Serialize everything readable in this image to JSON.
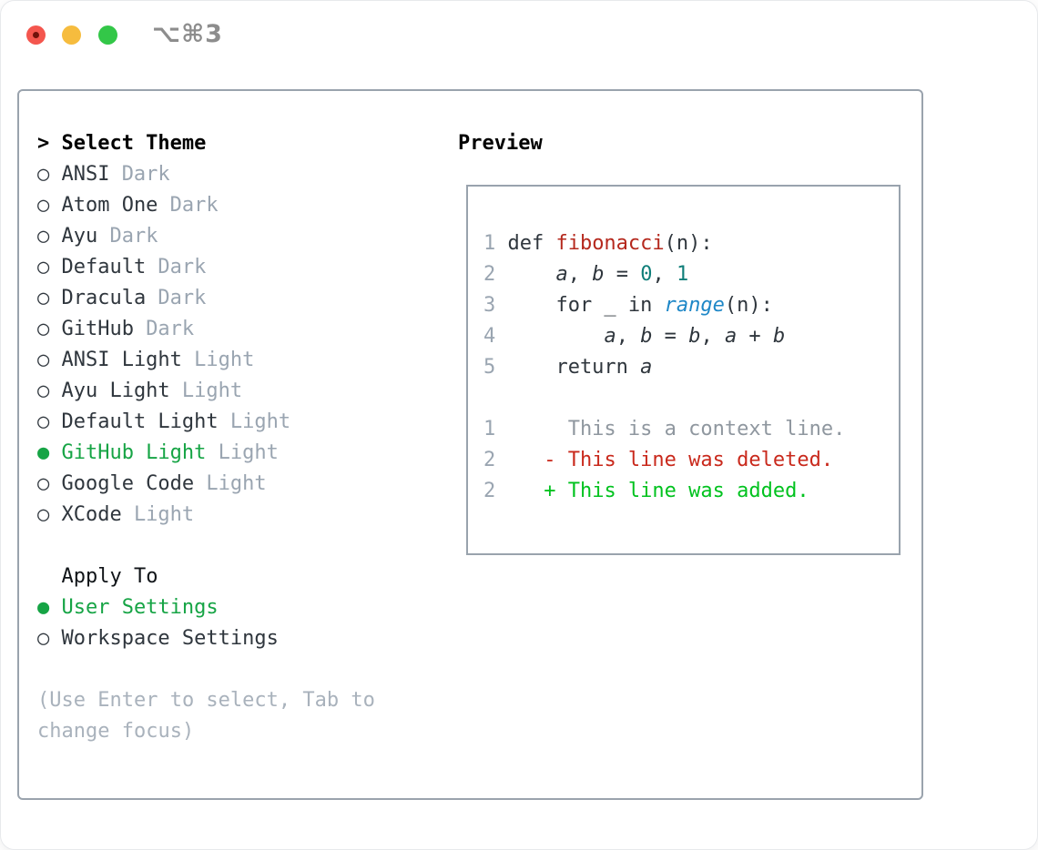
{
  "titlebar": {
    "shortcut": "⌥⌘3"
  },
  "theme_picker": {
    "prompt_icon": ">",
    "header": "Select Theme",
    "radio_unselected_glyph": "○",
    "radio_selected_glyph": "●",
    "options": [
      {
        "label": "ANSI",
        "variant": "Dark",
        "selected": false
      },
      {
        "label": "Atom One",
        "variant": "Dark",
        "selected": false
      },
      {
        "label": "Ayu",
        "variant": "Dark",
        "selected": false
      },
      {
        "label": "Default",
        "variant": "Dark",
        "selected": false
      },
      {
        "label": "Dracula",
        "variant": "Dark",
        "selected": false
      },
      {
        "label": "GitHub",
        "variant": "Dark",
        "selected": false
      },
      {
        "label": "ANSI Light",
        "variant": "Light",
        "selected": false
      },
      {
        "label": "Ayu Light",
        "variant": "Light",
        "selected": false
      },
      {
        "label": "Default Light",
        "variant": "Light",
        "selected": false
      },
      {
        "label": "GitHub Light",
        "variant": "Light",
        "selected": true
      },
      {
        "label": "Google Code",
        "variant": "Light",
        "selected": false
      },
      {
        "label": "XCode",
        "variant": "Light",
        "selected": false
      }
    ],
    "apply_to": {
      "header": "Apply To",
      "options": [
        {
          "label": "User Settings",
          "selected": true
        },
        {
          "label": "Workspace Settings",
          "selected": false
        }
      ]
    },
    "hint_line1": "(Use Enter to select, Tab to",
    "hint_line2": "change focus)"
  },
  "preview": {
    "header": "Preview",
    "lines": [
      {
        "num": "1",
        "tokens": [
          {
            "text": "def ",
            "style": "code"
          },
          {
            "text": "fibonacci",
            "style": "func"
          },
          {
            "text": "(n):",
            "style": "code"
          }
        ]
      },
      {
        "num": "2",
        "tokens": [
          {
            "text": "    ",
            "style": "code"
          },
          {
            "text": "a",
            "style": "var"
          },
          {
            "text": ", ",
            "style": "code"
          },
          {
            "text": "b",
            "style": "var"
          },
          {
            "text": " = ",
            "style": "code"
          },
          {
            "text": "0",
            "style": "num"
          },
          {
            "text": ", ",
            "style": "code"
          },
          {
            "text": "1",
            "style": "num"
          }
        ]
      },
      {
        "num": "3",
        "tokens": [
          {
            "text": "    for _ in ",
            "style": "code"
          },
          {
            "text": "range",
            "style": "builtin"
          },
          {
            "text": "(n):",
            "style": "code"
          }
        ]
      },
      {
        "num": "4",
        "tokens": [
          {
            "text": "        ",
            "style": "code"
          },
          {
            "text": "a",
            "style": "var"
          },
          {
            "text": ", ",
            "style": "code"
          },
          {
            "text": "b",
            "style": "var"
          },
          {
            "text": " = ",
            "style": "code"
          },
          {
            "text": "b",
            "style": "var"
          },
          {
            "text": ", ",
            "style": "code"
          },
          {
            "text": "a",
            "style": "var"
          },
          {
            "text": " + ",
            "style": "code"
          },
          {
            "text": "b",
            "style": "var"
          }
        ]
      },
      {
        "num": "5",
        "tokens": [
          {
            "text": "    return ",
            "style": "code"
          },
          {
            "text": "a",
            "style": "var"
          }
        ]
      },
      {
        "num": "",
        "tokens": []
      },
      {
        "num": "1",
        "tokens": [
          {
            "text": "     This is a context line.",
            "style": "context"
          }
        ]
      },
      {
        "num": "2",
        "tokens": [
          {
            "text": "   ",
            "style": "code"
          },
          {
            "text": "- This line was deleted.",
            "style": "deleted"
          }
        ]
      },
      {
        "num": "2",
        "tokens": [
          {
            "text": "   ",
            "style": "code"
          },
          {
            "text": "+ This line was added.",
            "style": "added"
          }
        ]
      }
    ]
  },
  "colors": {
    "selection_green": "#16a445",
    "added_green": "#00c21e",
    "deleted_red": "#c9291c",
    "function_red": "#b5281d",
    "number_teal": "#0f7e79",
    "builtin_blue": "#1e87c7",
    "text_dark": "#2f363d",
    "muted_gray": "#9aa5b1",
    "hint_gray": "#a9b2bc",
    "context_gray": "#8f979f",
    "panel_border_gray": "#9aa3ad",
    "titlebar_text_gray": "#8d8d8d",
    "traffic_red": "#f4564e",
    "traffic_yellow": "#f6bc3e",
    "traffic_green": "#33c748"
  }
}
